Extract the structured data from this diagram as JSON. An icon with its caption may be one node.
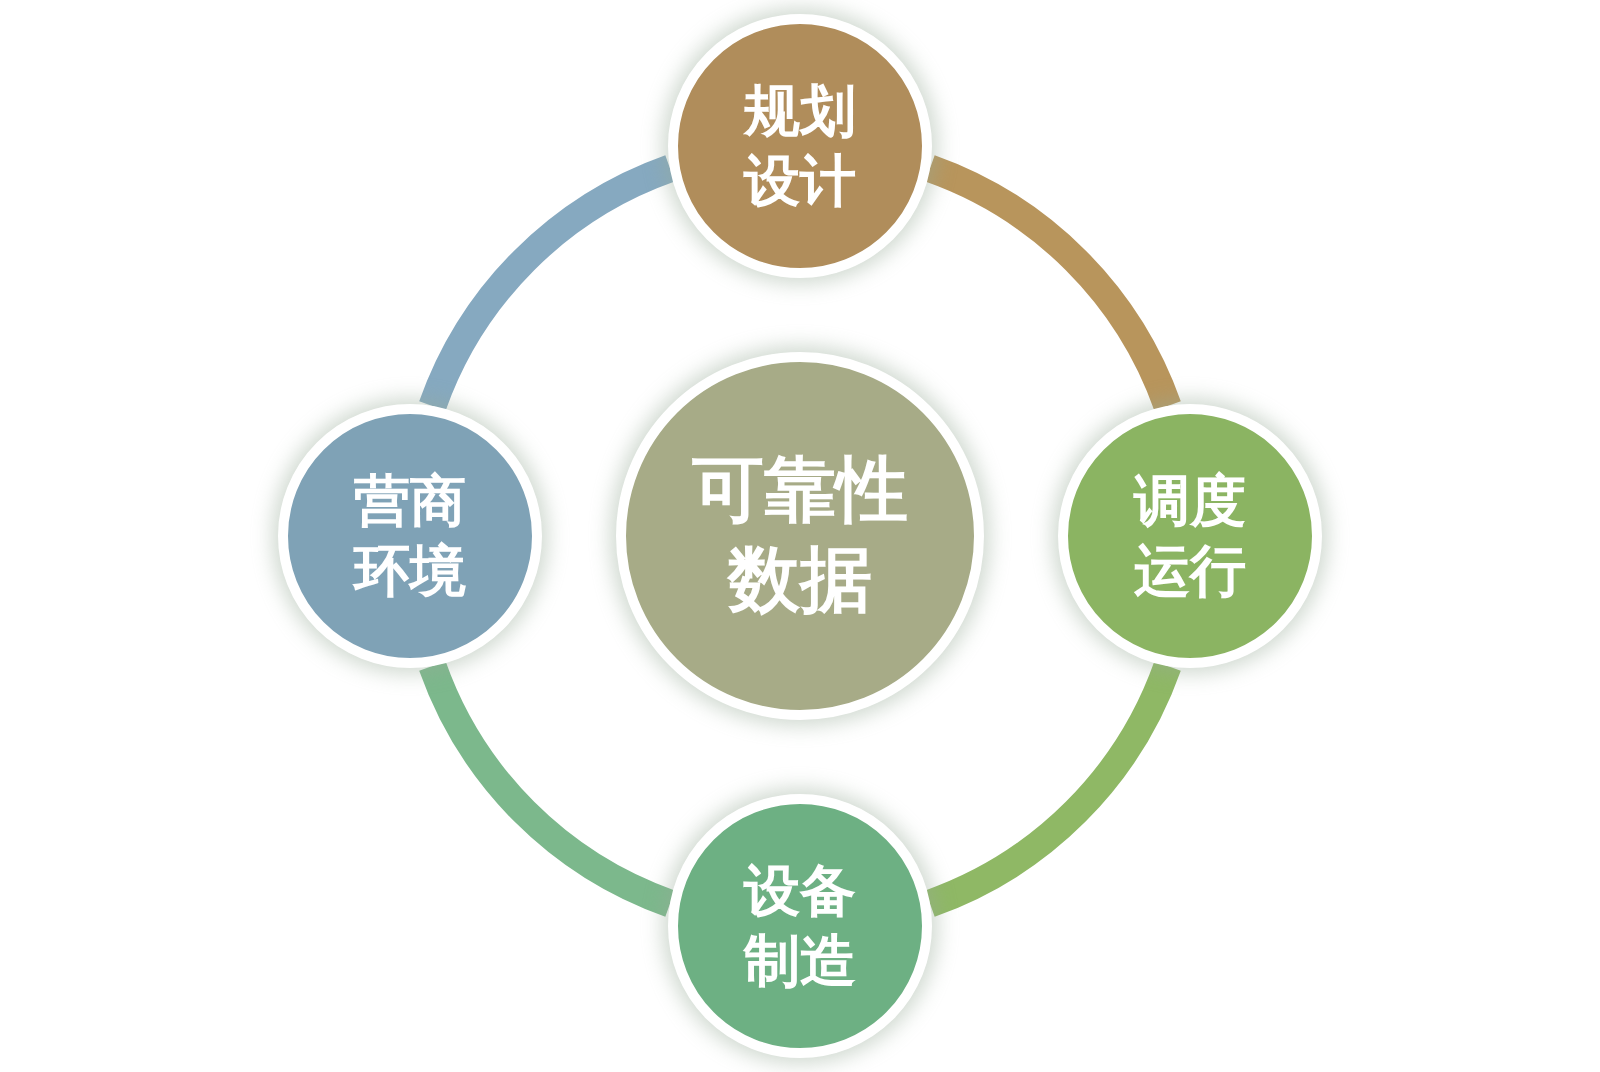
{
  "diagram": {
    "nodes": [
      {
        "text": [
          "规划设计"
        ]
      },
      {
        "text": [
          "营商环境"
        ]
      },
      {
        "text": [
          "可靠性数据"
        ]
      },
      {
        "text": [
          "调度运行"
        ]
      },
      {
        "text": [
          "设备制造"
        ]
      }
    ],
    "edges": [
      {
        "from": 0,
        "to": 3,
        "arrow": "none",
        "color": "#b8955c"
      },
      {
        "from": 3,
        "to": 4,
        "arrow": "none",
        "color": "#8fb865"
      },
      {
        "from": 4,
        "to": 1,
        "arrow": "none",
        "color": "#7cb88c"
      },
      {
        "from": 1,
        "to": 0,
        "arrow": "none",
        "color": "#86a9c0"
      }
    ]
  }
}
